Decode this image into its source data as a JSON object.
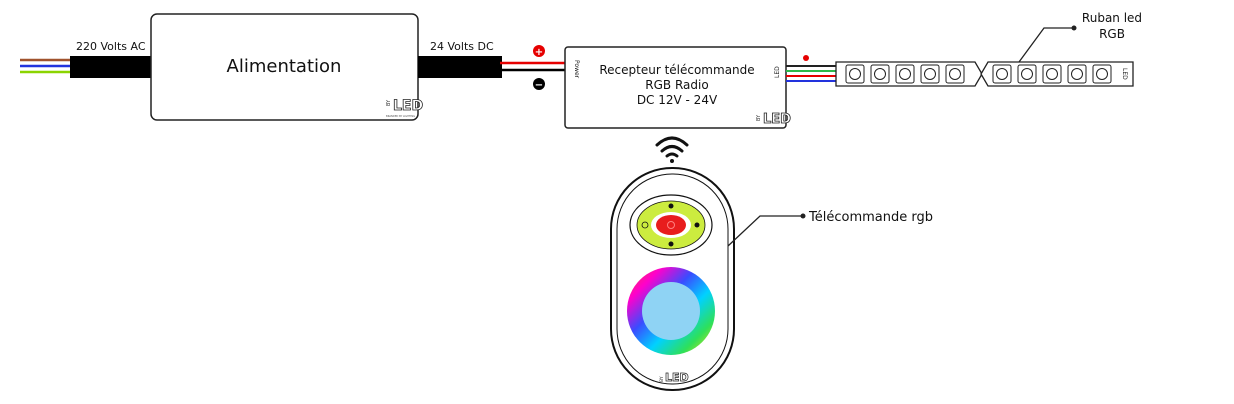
{
  "labels": {
    "input_voltage": "220 Volts AC",
    "power_supply": "Alimentation",
    "output_voltage": "24 Volts DC",
    "receiver_line1": "Recepteur télécommande",
    "receiver_line2": "RGB Radio",
    "receiver_line3": "DC 12V - 24V",
    "receiver_power_port": "Power",
    "receiver_led_port": "LED",
    "strip_line1": "Ruban led",
    "strip_line2": "RGB",
    "remote": "Télécommande rgb"
  },
  "branding": {
    "logo_prefix": "BY",
    "logo_text": "LED",
    "logo_tagline": "BRANDED BY LIGHTING"
  },
  "polarity": {
    "positive": "+",
    "negative": "−"
  },
  "colors": {
    "outline": "#222222",
    "cable": "#000000",
    "wire_red": "#e60000",
    "wire_green": "#2db84a",
    "wire_blue": "#2233dd",
    "wire_brown": "#a0522d",
    "wire_lime": "#8bd400",
    "remote_lime": "#ccec3f",
    "remote_red": "#e81d1d",
    "wheel_center": "#8fd3f4"
  }
}
